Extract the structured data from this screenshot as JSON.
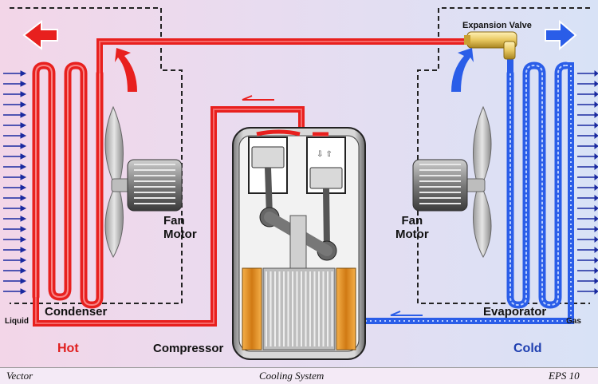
{
  "title": "Cooling System",
  "labels": {
    "expansion_valve": "Expansion Valve",
    "condenser": "Condenser",
    "evaporator": "Evaporator",
    "compressor": "Compressor",
    "fan_motor_left": "Fan\nMotor",
    "fan_motor_right": "Fan\nMotor",
    "hot": "Hot",
    "cold": "Cold",
    "liquid": "Liquid",
    "gas": "Gas"
  },
  "footer": {
    "left": "Vector",
    "center": "Cooling System",
    "right": "EPS 10"
  },
  "colors": {
    "hot_pipe": "#e8201e",
    "cold_pipe": "#2a5de8",
    "arrow_dark_blue": "#1a2aa0",
    "valve": "#e8c860",
    "motor": "#7a7a7a"
  }
}
